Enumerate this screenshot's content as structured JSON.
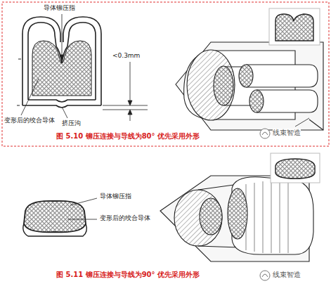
{
  "diagram": {
    "labels": [
      "导体铆压指",
      "<0.3mm",
      "变形后的绞合导体",
      "挤压沟",
      "图 5.10 铆压连接与导线为80° 优先采用外形",
      "线束智造",
      "导体铆压指",
      "变形后的绞合导体",
      "图 5.11 铆压连接与导线为90° 优先采用外形",
      "线束智造"
    ]
  }
}
